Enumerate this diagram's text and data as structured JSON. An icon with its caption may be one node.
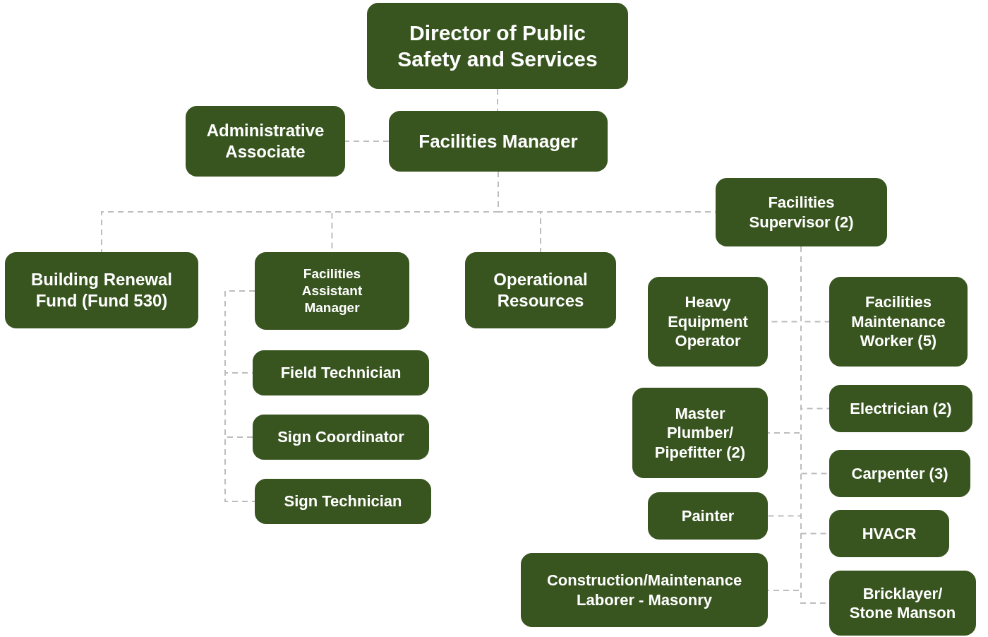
{
  "diagram": {
    "nodes": [
      {
        "text": [
          "Director of Public Safety and Services"
        ]
      },
      {
        "text": [
          "Administrative Associate"
        ]
      },
      {
        "text": [
          "Facilities Manager"
        ]
      },
      {
        "text": [
          "Facilities Supervisor (2)"
        ]
      },
      {
        "text": [
          "Building Renewal Fund (Fund 530)"
        ]
      },
      {
        "text": [
          "Facilities Assistant Manager"
        ]
      },
      {
        "text": [
          "Operational Resources"
        ]
      },
      {
        "text": [
          "Field Technician"
        ]
      },
      {
        "text": [
          "Sign Coordinator"
        ]
      },
      {
        "text": [
          "Sign Technician"
        ]
      },
      {
        "text": [
          "Heavy Equipment Operator"
        ]
      },
      {
        "text": [
          "Facilities Maintenance Worker (5)"
        ]
      },
      {
        "text": [
          "Master Plumber/ Pipefitter (2)"
        ]
      },
      {
        "text": [
          "Electrician (2)"
        ]
      },
      {
        "text": [
          "Carpenter (3)"
        ]
      },
      {
        "text": [
          "Painter"
        ]
      },
      {
        "text": [
          "HVACR"
        ]
      },
      {
        "text": [
          "Construction/Maintenance Laborer - Masonry"
        ]
      },
      {
        "text": [
          "Bricklayer/ Stone Manson"
        ]
      }
    ],
    "edges": [
      {
        "from": 0,
        "to": 2,
        "arrow": "none",
        "style": "dashed"
      },
      {
        "from": 2,
        "to": 1,
        "arrow": "none",
        "style": "dashed"
      },
      {
        "from": 2,
        "to": 4,
        "arrow": "none",
        "style": "dashed"
      },
      {
        "from": 2,
        "to": 5,
        "arrow": "none",
        "style": "dashed"
      },
      {
        "from": 2,
        "to": 6,
        "arrow": "none",
        "style": "dashed"
      },
      {
        "from": 2,
        "to": 3,
        "arrow": "none",
        "style": "dashed"
      },
      {
        "from": 5,
        "to": 7,
        "arrow": "none",
        "style": "dashed"
      },
      {
        "from": 5,
        "to": 8,
        "arrow": "none",
        "style": "dashed"
      },
      {
        "from": 5,
        "to": 9,
        "arrow": "none",
        "style": "dashed"
      },
      {
        "from": 3,
        "to": 10,
        "arrow": "none",
        "style": "dashed"
      },
      {
        "from": 3,
        "to": 11,
        "arrow": "none",
        "style": "dashed"
      },
      {
        "from": 3,
        "to": 12,
        "arrow": "none",
        "style": "dashed"
      },
      {
        "from": 3,
        "to": 13,
        "arrow": "none",
        "style": "dashed"
      },
      {
        "from": 3,
        "to": 14,
        "arrow": "none",
        "style": "dashed"
      },
      {
        "from": 3,
        "to": 15,
        "arrow": "none",
        "style": "dashed"
      },
      {
        "from": 3,
        "to": 16,
        "arrow": "none",
        "style": "dashed"
      },
      {
        "from": 3,
        "to": 17,
        "arrow": "none",
        "style": "dashed"
      },
      {
        "from": 3,
        "to": 18,
        "arrow": "none",
        "style": "dashed"
      }
    ]
  }
}
